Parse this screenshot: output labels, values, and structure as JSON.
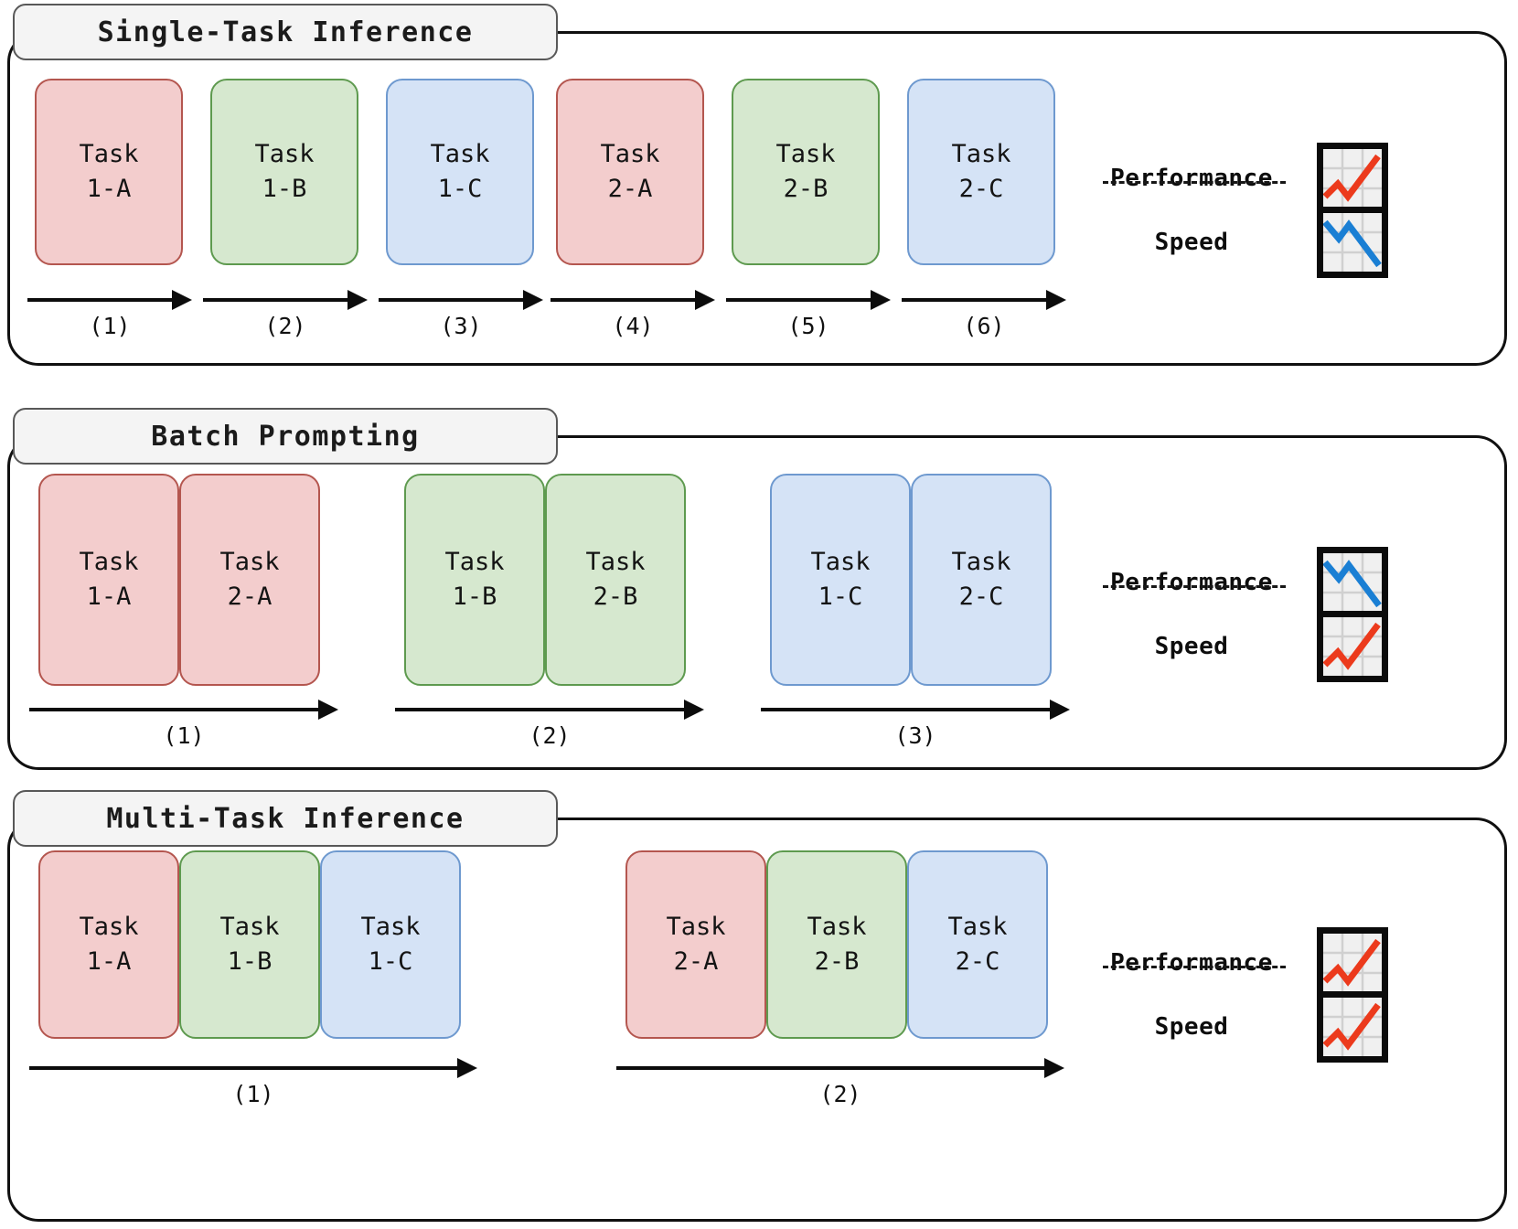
{
  "panels": [
    {
      "id": "single-task-inference",
      "title": "Single-Task Inference",
      "groups": [
        {
          "boxes": [
            {
              "color": "red",
              "line1": "Task",
              "line2": "1-A"
            }
          ]
        },
        {
          "boxes": [
            {
              "color": "green",
              "line1": "Task",
              "line2": "1-B"
            }
          ]
        },
        {
          "boxes": [
            {
              "color": "blue",
              "line1": "Task",
              "line2": "1-C"
            }
          ]
        },
        {
          "boxes": [
            {
              "color": "red",
              "line1": "Task",
              "line2": "2-A"
            }
          ]
        },
        {
          "boxes": [
            {
              "color": "green",
              "line1": "Task",
              "line2": "2-B"
            }
          ]
        },
        {
          "boxes": [
            {
              "color": "blue",
              "line1": "Task",
              "line2": "2-C"
            }
          ]
        }
      ],
      "arrows": [
        {
          "label": "(1)"
        },
        {
          "label": "(2)"
        },
        {
          "label": "(3)"
        },
        {
          "label": "(4)"
        },
        {
          "label": "(5)"
        },
        {
          "label": "(6)"
        }
      ],
      "legend": {
        "performance": {
          "label": "Performance",
          "trend": "up",
          "color": "#ec3a1c"
        },
        "speed": {
          "label": "Speed",
          "trend": "down",
          "color": "#1a7fd4"
        }
      }
    },
    {
      "id": "batch-prompting",
      "title": "Batch Prompting",
      "groups": [
        {
          "boxes": [
            {
              "color": "red",
              "line1": "Task",
              "line2": "1-A"
            },
            {
              "color": "red",
              "line1": "Task",
              "line2": "2-A"
            }
          ]
        },
        {
          "boxes": [
            {
              "color": "green",
              "line1": "Task",
              "line2": "1-B"
            },
            {
              "color": "green",
              "line1": "Task",
              "line2": "2-B"
            }
          ]
        },
        {
          "boxes": [
            {
              "color": "blue",
              "line1": "Task",
              "line2": "1-C"
            },
            {
              "color": "blue",
              "line1": "Task",
              "line2": "2-C"
            }
          ]
        }
      ],
      "arrows": [
        {
          "label": "(1)"
        },
        {
          "label": "(2)"
        },
        {
          "label": "(3)"
        }
      ],
      "legend": {
        "performance": {
          "label": "Performance",
          "trend": "down",
          "color": "#1a7fd4"
        },
        "speed": {
          "label": "Speed",
          "trend": "up",
          "color": "#ec3a1c"
        }
      }
    },
    {
      "id": "multi-task-inference",
      "title": "Multi-Task Inference",
      "groups": [
        {
          "boxes": [
            {
              "color": "red",
              "line1": "Task",
              "line2": "1-A"
            },
            {
              "color": "green",
              "line1": "Task",
              "line2": "1-B"
            },
            {
              "color": "blue",
              "line1": "Task",
              "line2": "1-C"
            }
          ]
        },
        {
          "boxes": [
            {
              "color": "red",
              "line1": "Task",
              "line2": "2-A"
            },
            {
              "color": "green",
              "line1": "Task",
              "line2": "2-B"
            },
            {
              "color": "blue",
              "line1": "Task",
              "line2": "2-C"
            }
          ]
        }
      ],
      "arrows": [
        {
          "label": "(1)"
        },
        {
          "label": "(2)"
        }
      ],
      "legend": {
        "performance": {
          "label": "Performance",
          "trend": "up",
          "color": "#ec3a1c"
        },
        "speed": {
          "label": "Speed",
          "trend": "up",
          "color": "#ec3a1c"
        }
      }
    }
  ],
  "colors": {
    "red_fill": "#f3cdcd",
    "red_stroke": "#b4564f",
    "green_fill": "#d6e8cf",
    "green_stroke": "#5e9a4f",
    "blue_fill": "#d5e3f6",
    "blue_stroke": "#6e99cf",
    "performance_up": "#ec3a1c",
    "speed_down": "#1a7fd4",
    "frame": "#101010",
    "tab_fill": "#f4f4f4",
    "tab_stroke": "#585858"
  }
}
